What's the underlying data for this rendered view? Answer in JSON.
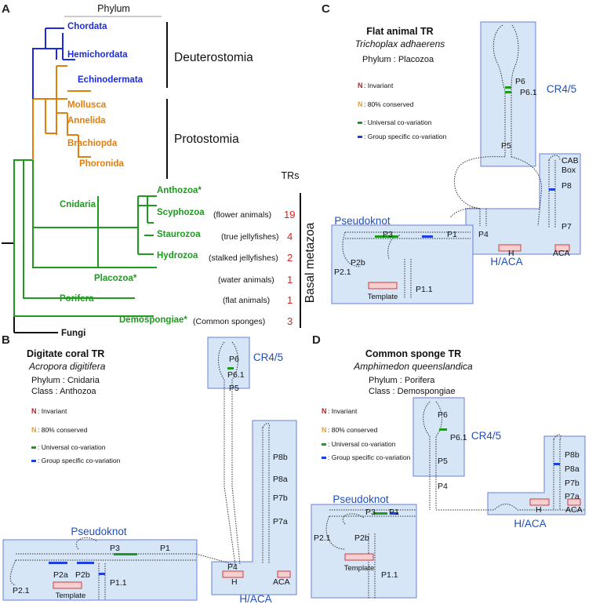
{
  "colors": {
    "deuterostomia": "#1d2be0",
    "protostomia": "#e07e10",
    "basal": "#1f9a1f",
    "fungi": "#111111",
    "count": "#e11d1d",
    "domain_box_fill": "#d6e6f7",
    "domain_box_stroke": "#6a7fd6",
    "domain_label": "#1d4fc2",
    "invariant": "#c8151b",
    "conserved": "#e8a01a",
    "universal_covariation": "#1f9a1f",
    "group_covariation": "#1d3fe0"
  },
  "panel_a": {
    "letter": "A",
    "phylum_header": "Phylum",
    "trs_header": "TRs",
    "taxa": {
      "chordata": "Chordata",
      "hemichordata": "Hemichordata",
      "echinodermata": "Echinodermata",
      "mollusca": "Mollusca",
      "annelida": "Annelida",
      "brachiopda": "Brachiopda",
      "phoronida": "Phoronida",
      "cnidaria": "Cnidaria",
      "anthozoa": "Anthozoa*",
      "scyphozoa": "Scyphozoa",
      "staurozoa": "Staurozoa",
      "hydrozoa": "Hydrozoa",
      "placozoa": "Placozoa*",
      "porifera": "Porifera",
      "demospongiae": "Demospongiae*",
      "fungi": "Fungi"
    },
    "descriptions": {
      "anthozoa": "(flower animals)",
      "scyphozoa": "(true jellyfishes)",
      "staurozoa": "(stalked jellyfishes)",
      "hydrozoa": "(water animals)",
      "placozoa": "(flat animals)",
      "demospongiae": "(Common sponges)"
    },
    "counts": {
      "anthozoa": "19",
      "scyphozoa": "4",
      "staurozoa": "2",
      "hydrozoa": "1",
      "placozoa": "1",
      "demospongiae": "3"
    },
    "groups": {
      "deuterostomia": "Deuterostomia",
      "protostomia": "Protostomia",
      "basal_metazoa": "Basal metazoa"
    }
  },
  "legend": {
    "invariant_symbol": "N",
    "invariant": ": Invariant",
    "conserved_symbol": "N",
    "conserved": ": 80% conserved",
    "universal": ": Universal co-variation",
    "group": ": Group specific co-variation"
  },
  "panel_b": {
    "letter": "B",
    "title": "Digitate coral TR",
    "species": "Acropora digitifera",
    "phylum_line": "Phylum   : Cnidaria",
    "class_line": "Class      : Anthozoa",
    "domains": {
      "cr45": "CR4/5",
      "pseudoknot": "Pseudoknot",
      "haca": "H/ACA"
    },
    "helices": [
      "P6",
      "P6.1",
      "P5",
      "P8b",
      "P8a",
      "P7b",
      "P7a",
      "P4",
      "P3",
      "P1",
      "P2a",
      "P2b",
      "P2.1",
      "P1.1",
      "H",
      "ACA"
    ],
    "template_label": "Template"
  },
  "panel_c": {
    "letter": "C",
    "title": "Flat animal TR",
    "species": "Trichoplax adhaerens",
    "phylum_line": "Phylum   : Placozoa",
    "domains": {
      "cr45": "CR4/5",
      "pseudoknot": "Pseudoknot",
      "haca": "H/ACA"
    },
    "helices": [
      "P6",
      "P6.1",
      "P5",
      "CAB",
      "Box",
      "P8",
      "P7",
      "P4",
      "P3",
      "P1",
      "P2.1",
      "P2b",
      "P1.1",
      "H",
      "ACA"
    ],
    "template_label": "Template"
  },
  "panel_d": {
    "letter": "D",
    "title": "Common sponge TR",
    "species": "Amphimedon queenslandica",
    "phylum_line": "Phylum   : Porifera",
    "class_line": "Class      : Demospongiae",
    "domains": {
      "cr45": "CR4/5",
      "pseudoknot": "Pseudoknot",
      "haca": "H/ACA"
    },
    "helices": [
      "P6",
      "P6.1",
      "P5",
      "P4",
      "P8b",
      "P8a",
      "P7b",
      "P7a",
      "P3",
      "P1",
      "P2.1",
      "P2b",
      "P1.1",
      "H",
      "ACA"
    ],
    "template_label": "Template"
  }
}
